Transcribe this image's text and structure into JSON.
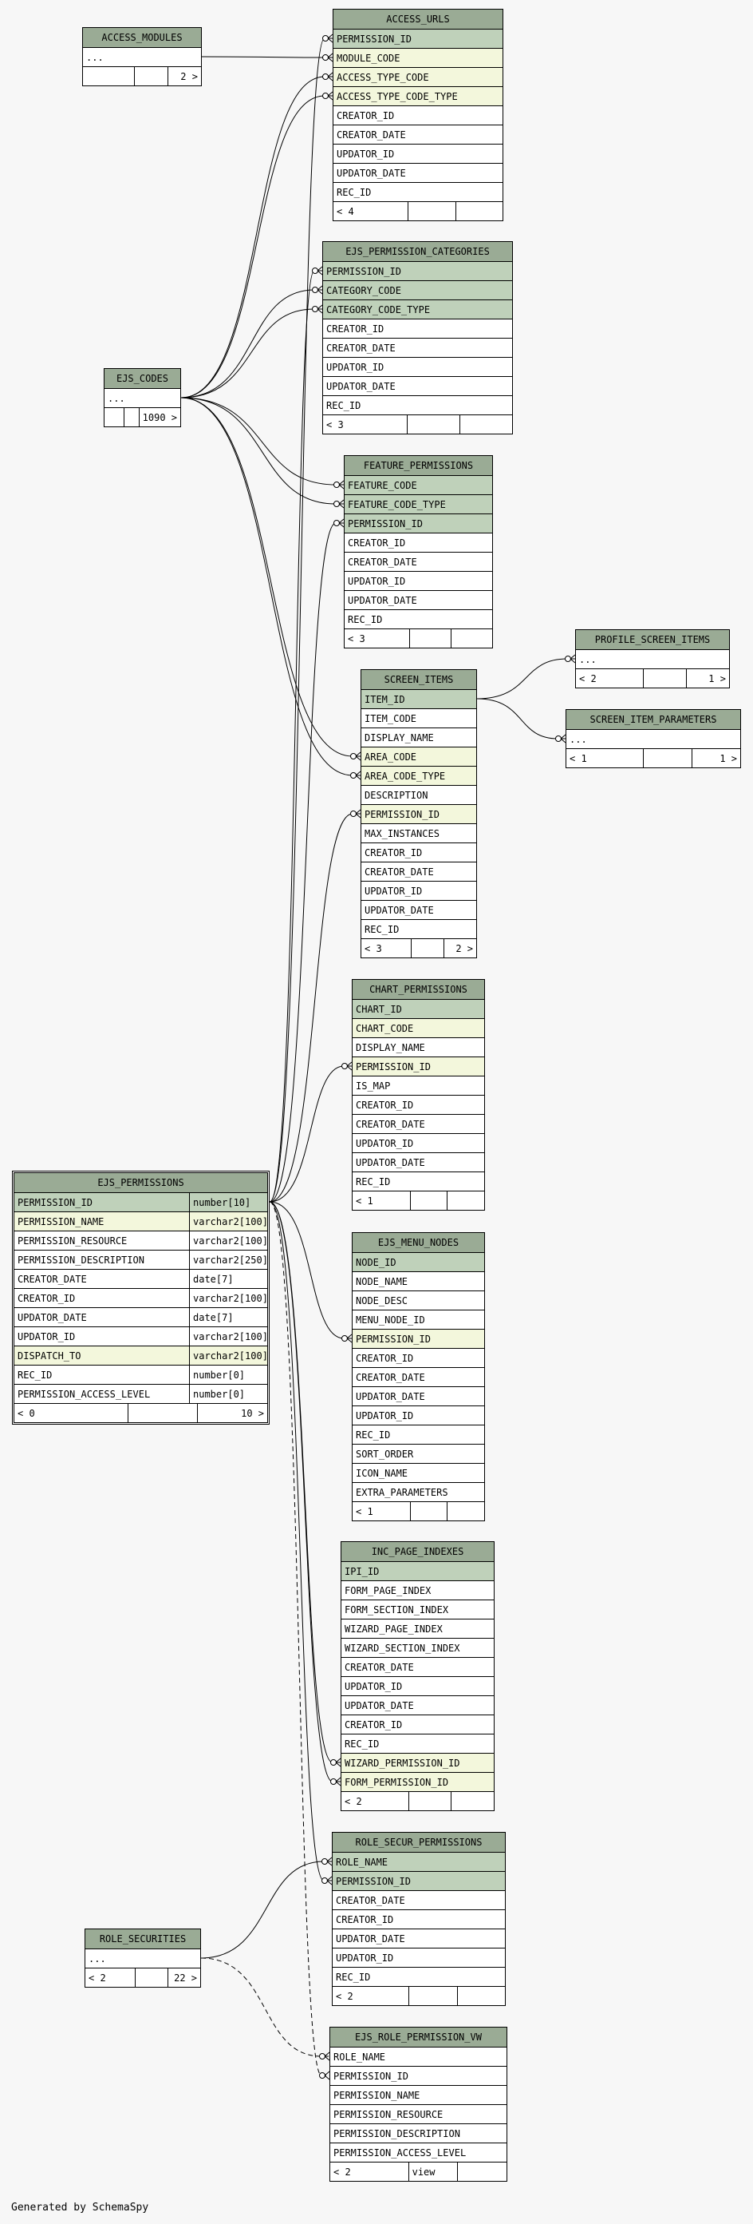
{
  "tables": [
    {
      "id": "access_modules",
      "name": "ACCESS_MODULES",
      "rows": [
        {
          "t": "...",
          "k": ""
        }
      ],
      "footer": [
        "",
        "",
        "2 >"
      ]
    },
    {
      "id": "access_urls",
      "name": "ACCESS_URLS",
      "rows": [
        {
          "t": "PERMISSION_ID",
          "k": "pk"
        },
        {
          "t": "MODULE_CODE",
          "k": "fk"
        },
        {
          "t": "ACCESS_TYPE_CODE",
          "k": "fk"
        },
        {
          "t": "ACCESS_TYPE_CODE_TYPE",
          "k": "fk"
        },
        {
          "t": "CREATOR_ID",
          "k": ""
        },
        {
          "t": "CREATOR_DATE",
          "k": ""
        },
        {
          "t": "UPDATOR_ID",
          "k": ""
        },
        {
          "t": "UPDATOR_DATE",
          "k": ""
        },
        {
          "t": "REC_ID",
          "k": ""
        }
      ],
      "footer": [
        "< 4",
        "",
        ""
      ]
    },
    {
      "id": "ejs_permission_categories",
      "name": "EJS_PERMISSION_CATEGORIES",
      "rows": [
        {
          "t": "PERMISSION_ID",
          "k": "pk"
        },
        {
          "t": "CATEGORY_CODE",
          "k": "pk"
        },
        {
          "t": "CATEGORY_CODE_TYPE",
          "k": "pk"
        },
        {
          "t": "CREATOR_ID",
          "k": ""
        },
        {
          "t": "CREATOR_DATE",
          "k": ""
        },
        {
          "t": "UPDATOR_ID",
          "k": ""
        },
        {
          "t": "UPDATOR_DATE",
          "k": ""
        },
        {
          "t": "REC_ID",
          "k": ""
        }
      ],
      "footer": [
        "< 3",
        "",
        ""
      ]
    },
    {
      "id": "ejs_codes",
      "name": "EJS_CODES",
      "rows": [
        {
          "t": "...",
          "k": ""
        }
      ],
      "footer": [
        "",
        "",
        "1090 >"
      ]
    },
    {
      "id": "feature_permissions",
      "name": "FEATURE_PERMISSIONS",
      "rows": [
        {
          "t": "FEATURE_CODE",
          "k": "pk"
        },
        {
          "t": "FEATURE_CODE_TYPE",
          "k": "pk"
        },
        {
          "t": "PERMISSION_ID",
          "k": "pk"
        },
        {
          "t": "CREATOR_ID",
          "k": ""
        },
        {
          "t": "CREATOR_DATE",
          "k": ""
        },
        {
          "t": "UPDATOR_ID",
          "k": ""
        },
        {
          "t": "UPDATOR_DATE",
          "k": ""
        },
        {
          "t": "REC_ID",
          "k": ""
        }
      ],
      "footer": [
        "< 3",
        "",
        ""
      ]
    },
    {
      "id": "profile_screen_items",
      "name": "PROFILE_SCREEN_ITEMS",
      "rows": [
        {
          "t": "...",
          "k": ""
        }
      ],
      "footer": [
        "< 2",
        "",
        "1 >"
      ]
    },
    {
      "id": "screen_item_parameters",
      "name": "SCREEN_ITEM_PARAMETERS",
      "rows": [
        {
          "t": "...",
          "k": ""
        }
      ],
      "footer": [
        "< 1",
        "",
        "1 >"
      ]
    },
    {
      "id": "screen_items",
      "name": "SCREEN_ITEMS",
      "rows": [
        {
          "t": "ITEM_ID",
          "k": "pk"
        },
        {
          "t": "ITEM_CODE",
          "k": ""
        },
        {
          "t": "DISPLAY_NAME",
          "k": ""
        },
        {
          "t": "AREA_CODE",
          "k": "fk"
        },
        {
          "t": "AREA_CODE_TYPE",
          "k": "fk"
        },
        {
          "t": "DESCRIPTION",
          "k": ""
        },
        {
          "t": "PERMISSION_ID",
          "k": "fk"
        },
        {
          "t": "MAX_INSTANCES",
          "k": ""
        },
        {
          "t": "CREATOR_ID",
          "k": ""
        },
        {
          "t": "CREATOR_DATE",
          "k": ""
        },
        {
          "t": "UPDATOR_ID",
          "k": ""
        },
        {
          "t": "UPDATOR_DATE",
          "k": ""
        },
        {
          "t": "REC_ID",
          "k": ""
        }
      ],
      "footer": [
        "< 3",
        "",
        "2 >"
      ]
    },
    {
      "id": "chart_permissions",
      "name": "CHART_PERMISSIONS",
      "rows": [
        {
          "t": "CHART_ID",
          "k": "pk"
        },
        {
          "t": "CHART_CODE",
          "k": "fk"
        },
        {
          "t": "DISPLAY_NAME",
          "k": ""
        },
        {
          "t": "PERMISSION_ID",
          "k": "fk"
        },
        {
          "t": "IS_MAP",
          "k": ""
        },
        {
          "t": "CREATOR_ID",
          "k": ""
        },
        {
          "t": "CREATOR_DATE",
          "k": ""
        },
        {
          "t": "UPDATOR_ID",
          "k": ""
        },
        {
          "t": "UPDATOR_DATE",
          "k": ""
        },
        {
          "t": "REC_ID",
          "k": ""
        }
      ],
      "footer": [
        "< 1",
        "",
        ""
      ]
    },
    {
      "id": "ejs_permissions",
      "name": "EJS_PERMISSIONS",
      "main": true,
      "rows": [
        {
          "t": "PERMISSION_ID",
          "d": "number[10]",
          "k": "pk"
        },
        {
          "t": "PERMISSION_NAME",
          "d": "varchar2[100]",
          "k": "fk"
        },
        {
          "t": "PERMISSION_RESOURCE",
          "d": "varchar2[100]",
          "k": ""
        },
        {
          "t": "PERMISSION_DESCRIPTION",
          "d": "varchar2[250]",
          "k": ""
        },
        {
          "t": "CREATOR_DATE",
          "d": "date[7]",
          "k": ""
        },
        {
          "t": "CREATOR_ID",
          "d": "varchar2[100]",
          "k": ""
        },
        {
          "t": "UPDATOR_DATE",
          "d": "date[7]",
          "k": ""
        },
        {
          "t": "UPDATOR_ID",
          "d": "varchar2[100]",
          "k": ""
        },
        {
          "t": "DISPATCH_TO",
          "d": "varchar2[100]",
          "k": "fk"
        },
        {
          "t": "REC_ID",
          "d": "number[0]",
          "k": ""
        },
        {
          "t": "PERMISSION_ACCESS_LEVEL",
          "d": "number[0]",
          "k": ""
        }
      ],
      "footer": [
        "< 0",
        "",
        "10 >"
      ]
    },
    {
      "id": "ejs_menu_nodes",
      "name": "EJS_MENU_NODES",
      "rows": [
        {
          "t": "NODE_ID",
          "k": "pk"
        },
        {
          "t": "NODE_NAME",
          "k": ""
        },
        {
          "t": "NODE_DESC",
          "k": ""
        },
        {
          "t": "MENU_NODE_ID",
          "k": ""
        },
        {
          "t": "PERMISSION_ID",
          "k": "fk"
        },
        {
          "t": "CREATOR_ID",
          "k": ""
        },
        {
          "t": "CREATOR_DATE",
          "k": ""
        },
        {
          "t": "UPDATOR_DATE",
          "k": ""
        },
        {
          "t": "UPDATOR_ID",
          "k": ""
        },
        {
          "t": "REC_ID",
          "k": ""
        },
        {
          "t": "SORT_ORDER",
          "k": ""
        },
        {
          "t": "ICON_NAME",
          "k": ""
        },
        {
          "t": "EXTRA_PARAMETERS",
          "k": ""
        }
      ],
      "footer": [
        "< 1",
        "",
        ""
      ]
    },
    {
      "id": "inc_page_indexes",
      "name": "INC_PAGE_INDEXES",
      "rows": [
        {
          "t": "IPI_ID",
          "k": "pk"
        },
        {
          "t": "FORM_PAGE_INDEX",
          "k": ""
        },
        {
          "t": "FORM_SECTION_INDEX",
          "k": ""
        },
        {
          "t": "WIZARD_PAGE_INDEX",
          "k": ""
        },
        {
          "t": "WIZARD_SECTION_INDEX",
          "k": ""
        },
        {
          "t": "CREATOR_DATE",
          "k": ""
        },
        {
          "t": "UPDATOR_ID",
          "k": ""
        },
        {
          "t": "UPDATOR_DATE",
          "k": ""
        },
        {
          "t": "CREATOR_ID",
          "k": ""
        },
        {
          "t": "REC_ID",
          "k": ""
        },
        {
          "t": "WIZARD_PERMISSION_ID",
          "k": "fk"
        },
        {
          "t": "FORM_PERMISSION_ID",
          "k": "fk"
        }
      ],
      "footer": [
        "< 2",
        "",
        ""
      ]
    },
    {
      "id": "role_secur_permissions",
      "name": "ROLE_SECUR_PERMISSIONS",
      "rows": [
        {
          "t": "ROLE_NAME",
          "k": "pk"
        },
        {
          "t": "PERMISSION_ID",
          "k": "pk"
        },
        {
          "t": "CREATOR_DATE",
          "k": ""
        },
        {
          "t": "CREATOR_ID",
          "k": ""
        },
        {
          "t": "UPDATOR_DATE",
          "k": ""
        },
        {
          "t": "UPDATOR_ID",
          "k": ""
        },
        {
          "t": "REC_ID",
          "k": ""
        }
      ],
      "footer": [
        "< 2",
        "",
        ""
      ]
    },
    {
      "id": "role_securities",
      "name": "ROLE_SECURITIES",
      "rows": [
        {
          "t": "...",
          "k": ""
        }
      ],
      "footer": [
        "< 2",
        "",
        "22 >"
      ]
    },
    {
      "id": "ejs_role_permission_vw",
      "name": "EJS_ROLE_PERMISSION_VW",
      "rows": [
        {
          "t": "ROLE_NAME",
          "k": ""
        },
        {
          "t": "PERMISSION_ID",
          "k": ""
        },
        {
          "t": "PERMISSION_NAME",
          "k": ""
        },
        {
          "t": "PERMISSION_RESOURCE",
          "k": ""
        },
        {
          "t": "PERMISSION_DESCRIPTION",
          "k": ""
        },
        {
          "t": "PERMISSION_ACCESS_LEVEL",
          "k": ""
        }
      ],
      "footer": [
        "< 2",
        "view",
        ""
      ]
    }
  ],
  "credit": "Generated by SchemaSpy"
}
